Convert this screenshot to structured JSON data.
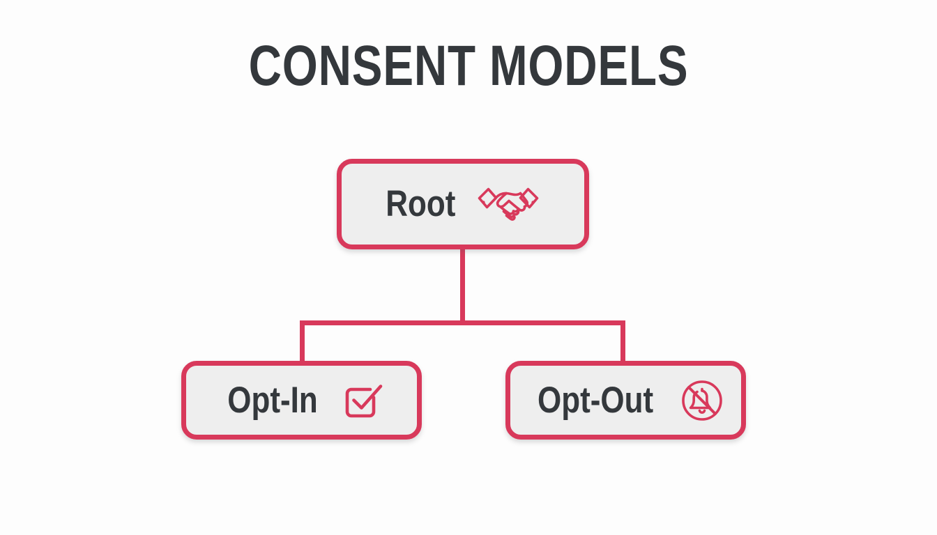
{
  "page": {
    "title": "CONSENT MODELS",
    "background_color": "#fdfdfd",
    "accent_color": "#d8395b",
    "node_fill_color": "#eeeeee",
    "text_color": "#34383c"
  },
  "diagram": {
    "type": "tree",
    "orientation": "top-down",
    "nodes": [
      {
        "id": "root",
        "label": "Root",
        "icon": "handshake-icon",
        "level": 0
      },
      {
        "id": "opt-in",
        "label": "Opt-In",
        "icon": "checkbox-checked-icon",
        "level": 1
      },
      {
        "id": "opt-out",
        "label": "Opt-Out",
        "icon": "bell-slash-icon",
        "level": 1
      }
    ],
    "edges": [
      {
        "from": "root",
        "to": "opt-in"
      },
      {
        "from": "root",
        "to": "opt-out"
      }
    ]
  }
}
